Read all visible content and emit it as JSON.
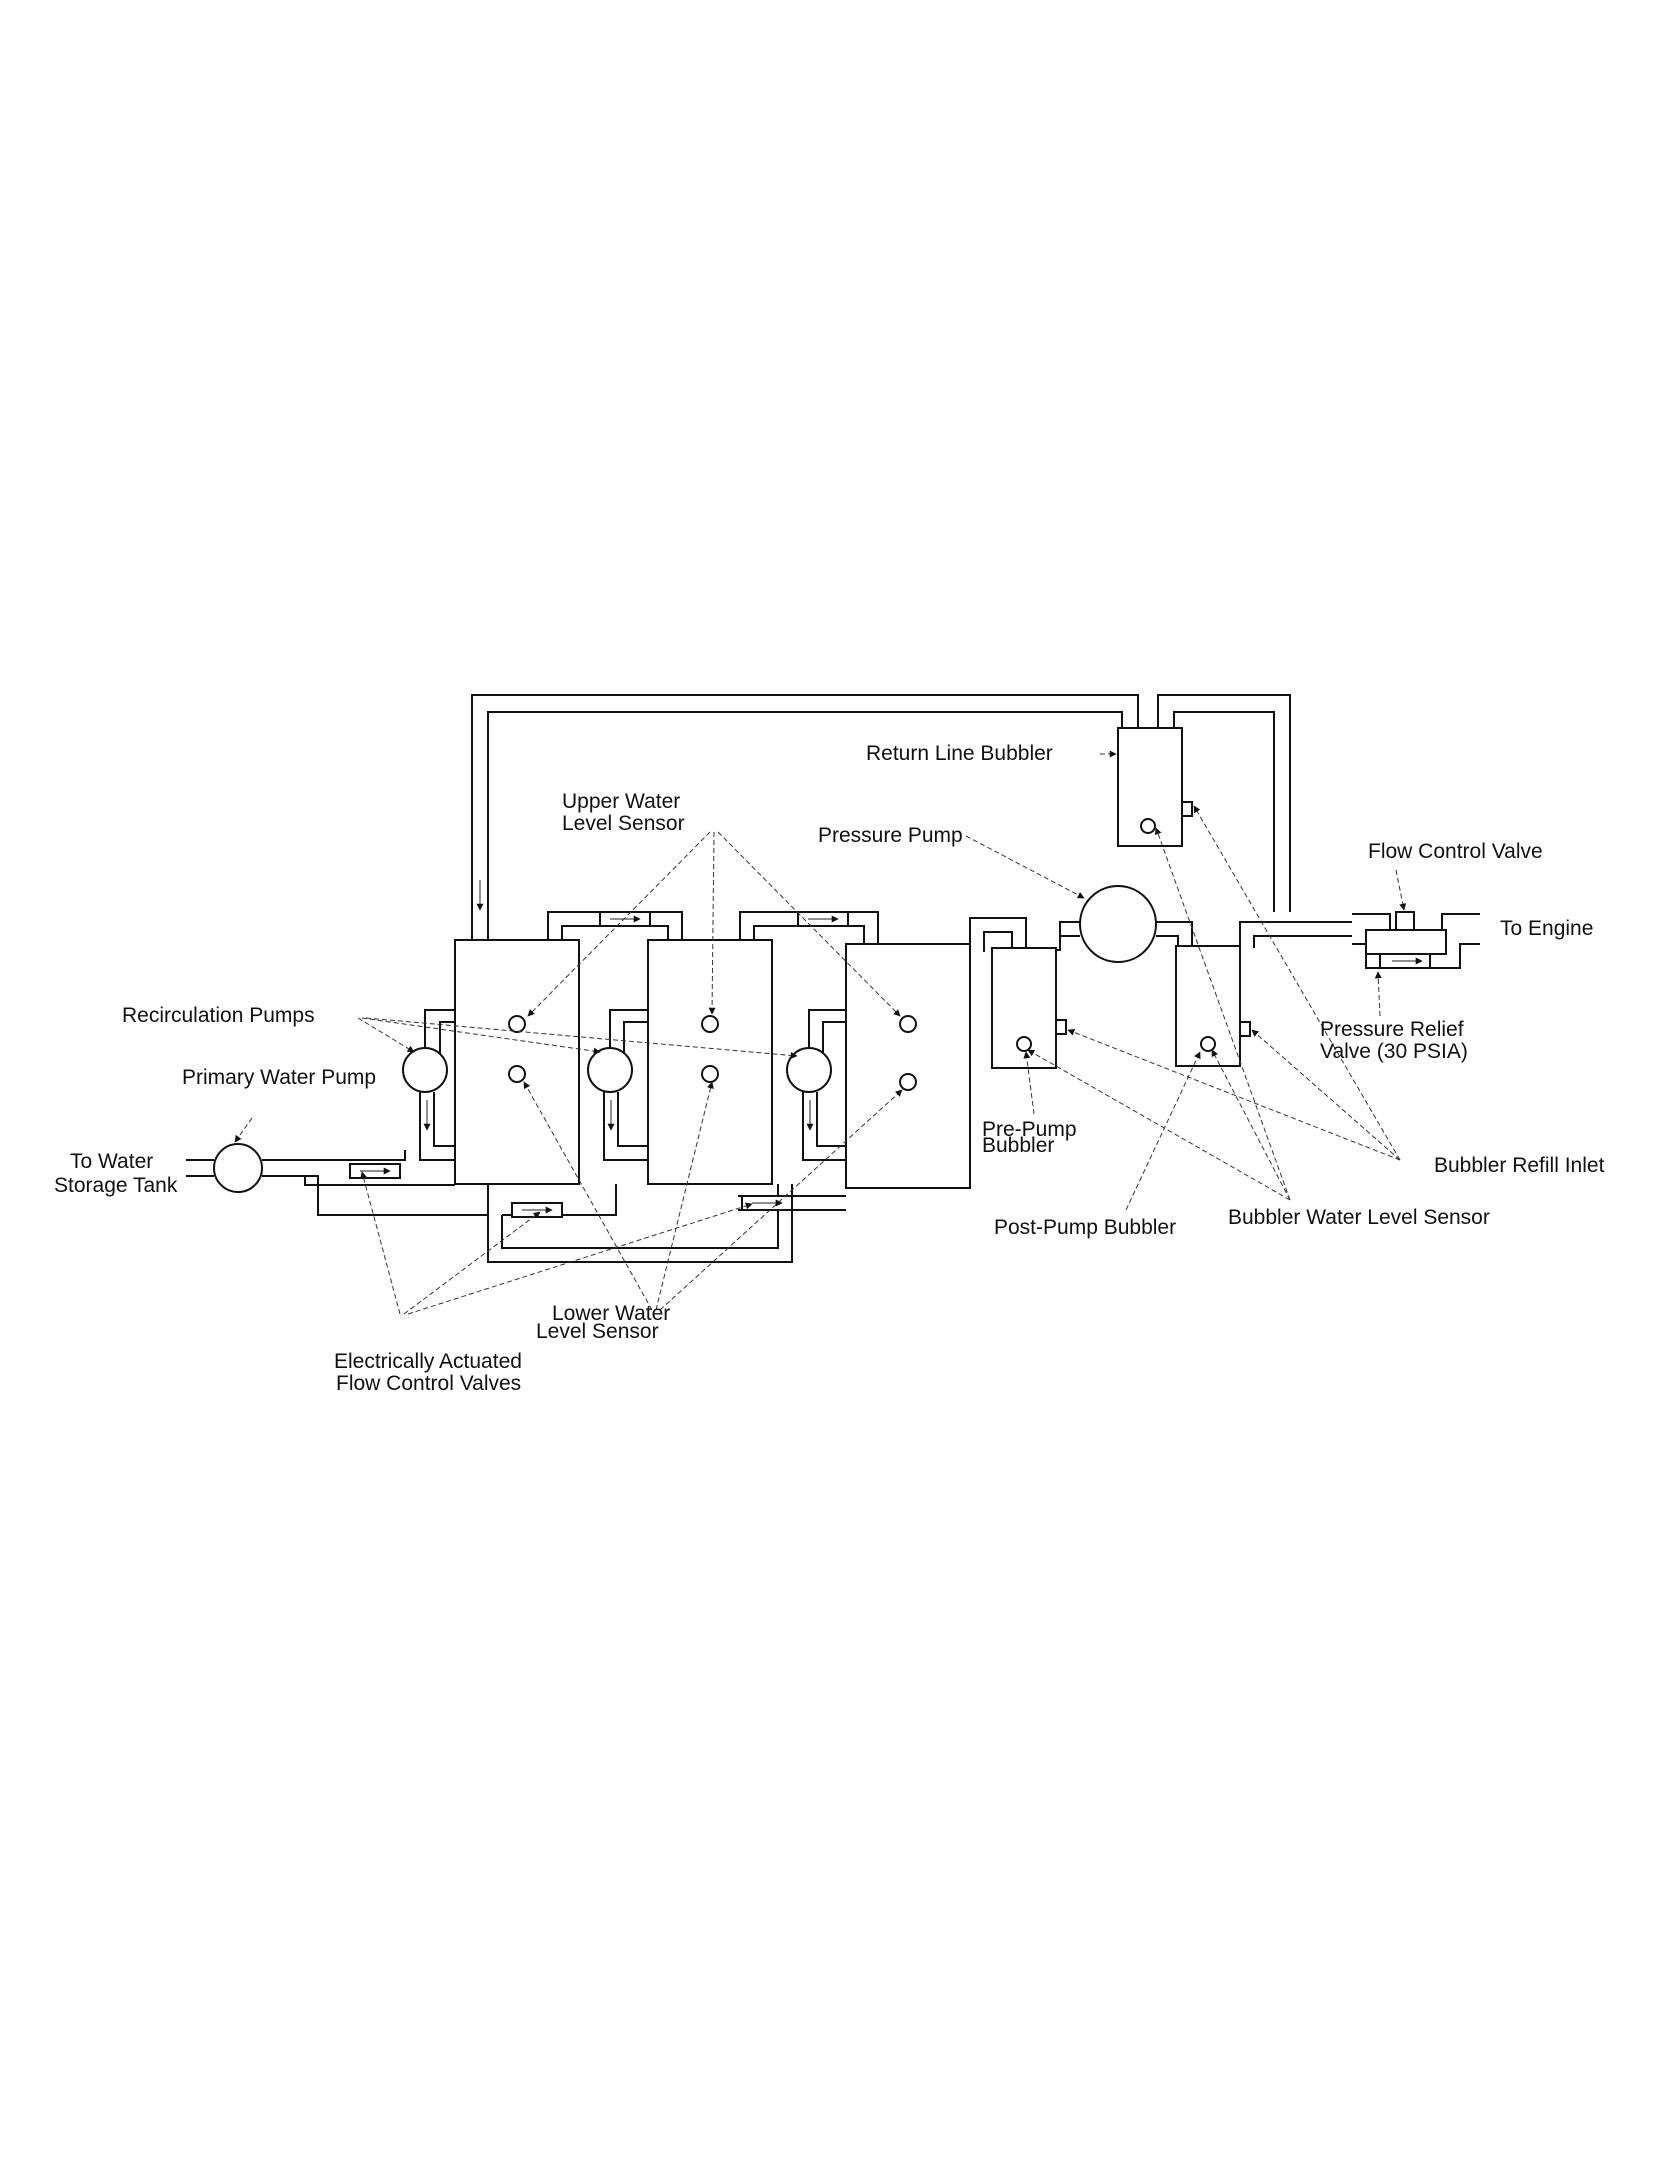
{
  "labels": {
    "return_line_bubbler": "Return Line Bubbler",
    "upper_water_level_sensor_l1": "Upper Water",
    "upper_water_level_sensor_l2": "Level Sensor",
    "pressure_pump": "Pressure Pump",
    "flow_control_valve": "Flow Control Valve",
    "to_engine": "To Engine",
    "recirculation_pumps": "Recirculation Pumps",
    "primary_water_pump": "Primary Water Pump",
    "pressure_relief_valve_l1": "Pressure Relief",
    "pressure_relief_valve_l2": "Valve (30 PSIA)",
    "to_water_storage_tank_l1": "To Water",
    "to_water_storage_tank_l2": "Storage Tank",
    "pre_pump_bubbler_l1": "Pre-Pump",
    "pre_pump_bubbler_l2": "Bubbler",
    "bubbler_refill_inlet": "Bubbler Refill Inlet",
    "post_pump_bubbler": "Post-Pump Bubbler",
    "bubbler_water_level_sensor": "Bubbler Water Level Sensor",
    "lower_water_level_sensor_l1": "Lower Water",
    "lower_water_level_sensor_l2": "Level Sensor",
    "electrically_actuated_valves_l1": "Electrically Actuated",
    "electrically_actuated_valves_l2": "Flow Control Valves"
  }
}
